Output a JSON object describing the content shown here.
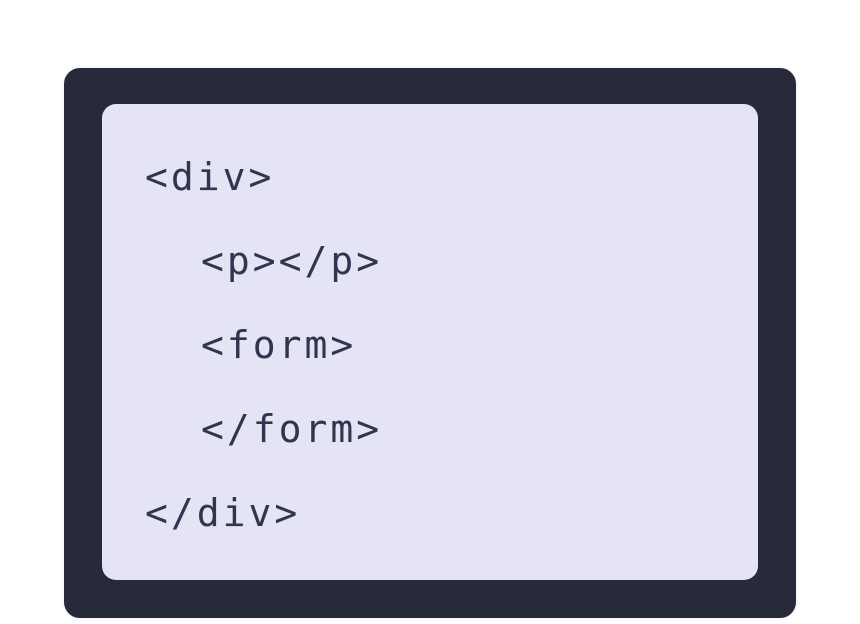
{
  "code_card": {
    "lines": [
      {
        "text": "<div>",
        "indent": 0
      },
      {
        "text": "<p></p>",
        "indent": 1
      },
      {
        "text": "<form>",
        "indent": 1
      },
      {
        "text": "</form>",
        "indent": 1
      },
      {
        "text": "</div>",
        "indent": 0
      }
    ]
  },
  "colors": {
    "outer_bg": "#272a38",
    "inner_bg": "#e4e4f5",
    "text": "#323550",
    "border": "#f7f7fb"
  }
}
